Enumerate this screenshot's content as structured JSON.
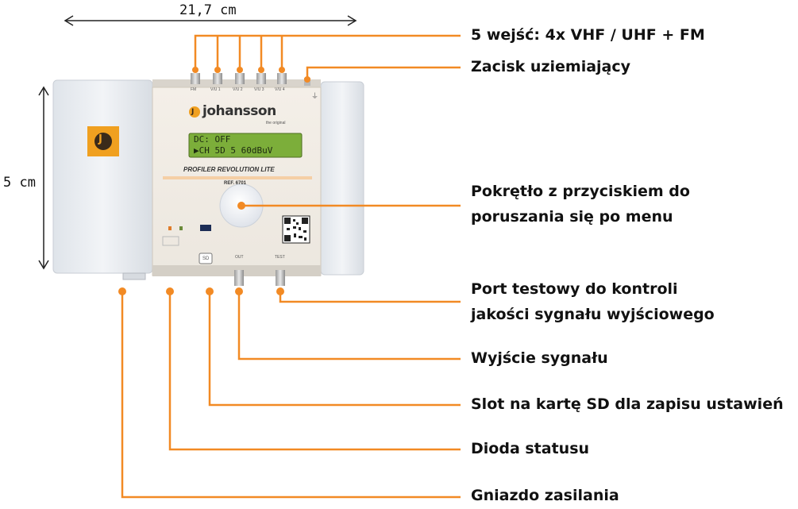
{
  "dimensions": {
    "width": "21,7 cm",
    "height": "5 cm"
  },
  "device": {
    "brand": "johansson",
    "tagline": "the original",
    "lcd_line1": "DC: OFF",
    "lcd_line2": "▶CH  5D 5 60dBuV",
    "model": "PROFILER REVOLUTION LITE",
    "ref": "REF. 6701",
    "logo_letter": "J",
    "sd_label": "SD",
    "out_label": "OUT",
    "test_label": "TEST",
    "input_labels": [
      "FM",
      "V/U 1",
      "V/U 2",
      "V/U 3",
      "V/U 4"
    ],
    "colors": {
      "accent": "#f28a24",
      "lcd": "#7cae3a",
      "orange_logo": "#f0a020"
    }
  },
  "callouts": [
    {
      "id": "inputs",
      "text": "5 wejść: 4x VHF / UHF + FM"
    },
    {
      "id": "ground",
      "text": "Zacisk uziemiający"
    },
    {
      "id": "knob1",
      "text": "Pokrętło z przyciskiem do"
    },
    {
      "id": "knob2",
      "text": "poruszania się po menu"
    },
    {
      "id": "test1",
      "text": "Port testowy do kontroli"
    },
    {
      "id": "test2",
      "text": "jakości sygnału wyjściowego"
    },
    {
      "id": "out",
      "text": "Wyjście sygnału"
    },
    {
      "id": "sd",
      "text": "Slot na kartę SD dla zapisu ustawień"
    },
    {
      "id": "led",
      "text": "Dioda statusu"
    },
    {
      "id": "power",
      "text": "Gniazdo zasilania"
    }
  ]
}
